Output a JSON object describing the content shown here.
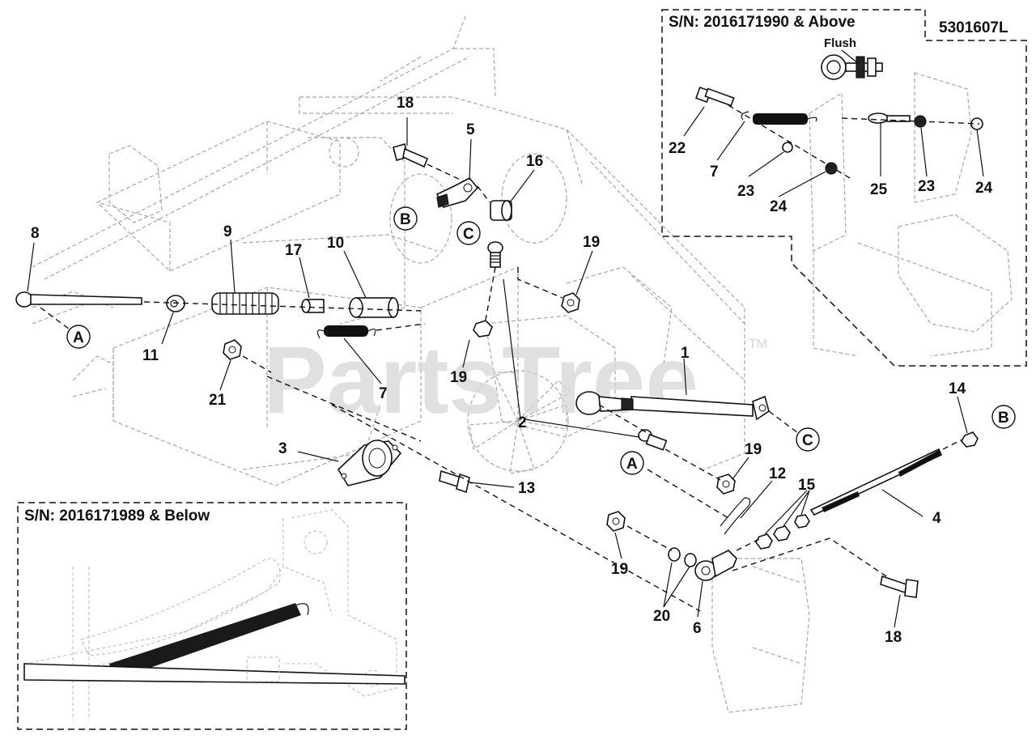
{
  "diagram": {
    "part_number": "5301607L",
    "inset_top": {
      "title": "S/N: 2016171990 & Above",
      "note": "Flush"
    },
    "inset_bottom": {
      "title": "S/N: 2016171989 & Below"
    },
    "watermark": "PartsTree",
    "trademark": "TM",
    "callouts": [
      {
        "id": "c18a",
        "label": "18"
      },
      {
        "id": "c5",
        "label": "5"
      },
      {
        "id": "c16",
        "label": "16"
      },
      {
        "id": "c8",
        "label": "8"
      },
      {
        "id": "c9",
        "label": "9"
      },
      {
        "id": "c17",
        "label": "17"
      },
      {
        "id": "c10",
        "label": "10"
      },
      {
        "id": "c19a",
        "label": "19"
      },
      {
        "id": "c11",
        "label": "11"
      },
      {
        "id": "c21",
        "label": "21"
      },
      {
        "id": "c7",
        "label": "7"
      },
      {
        "id": "c19b",
        "label": "19"
      },
      {
        "id": "c1",
        "label": "1"
      },
      {
        "id": "c2",
        "label": "2"
      },
      {
        "id": "c3",
        "label": "3"
      },
      {
        "id": "c13",
        "label": "13"
      },
      {
        "id": "c19c",
        "label": "19"
      },
      {
        "id": "c12",
        "label": "12"
      },
      {
        "id": "c15",
        "label": "15"
      },
      {
        "id": "c14",
        "label": "14"
      },
      {
        "id": "c4",
        "label": "4"
      },
      {
        "id": "c19d",
        "label": "19"
      },
      {
        "id": "c20",
        "label": "20"
      },
      {
        "id": "c6",
        "label": "6"
      },
      {
        "id": "c18b",
        "label": "18"
      },
      {
        "id": "c22",
        "label": "22"
      },
      {
        "id": "c7i",
        "label": "7"
      },
      {
        "id": "c23a",
        "label": "23"
      },
      {
        "id": "c24a",
        "label": "24"
      },
      {
        "id": "c25",
        "label": "25"
      },
      {
        "id": "c23b",
        "label": "23"
      },
      {
        "id": "c24b",
        "label": "24"
      }
    ],
    "refs": [
      {
        "id": "rB1",
        "label": "B"
      },
      {
        "id": "rC1",
        "label": "C"
      },
      {
        "id": "rA1",
        "label": "A"
      },
      {
        "id": "rC2",
        "label": "C"
      },
      {
        "id": "rA2",
        "label": "A"
      },
      {
        "id": "rB2",
        "label": "B"
      }
    ]
  }
}
